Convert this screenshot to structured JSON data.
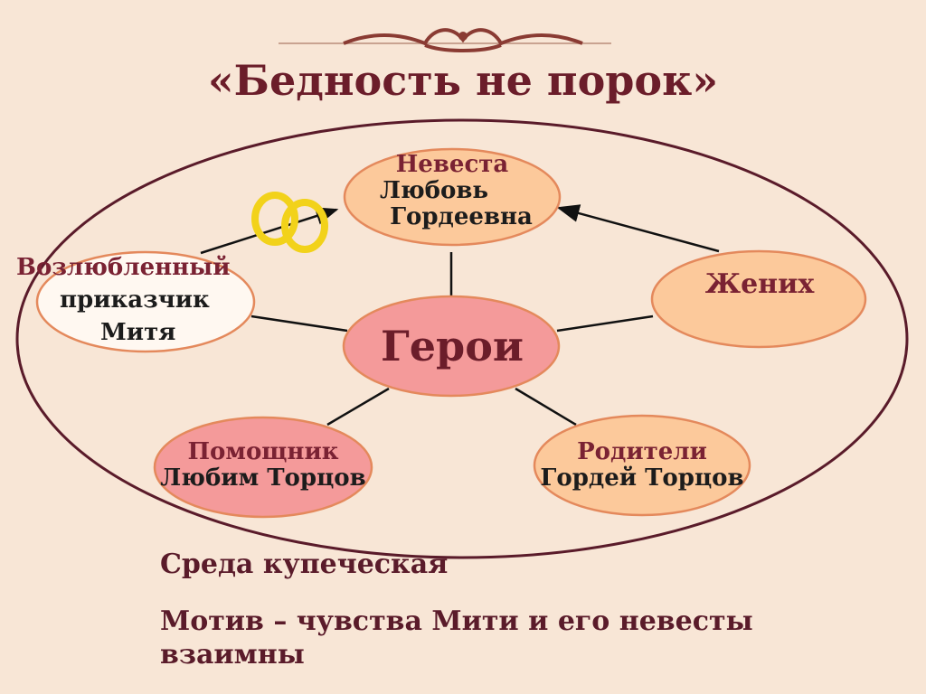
{
  "title": "«Бедность не порок»",
  "center": "Герои",
  "nodes": {
    "bride": {
      "role": "Невеста",
      "name_line1": "Любовь",
      "name_line2": "Гордеевна"
    },
    "beloved": {
      "role": "Возлюбленный",
      "name_line1": "приказчик",
      "name_line2": "Митя"
    },
    "groom": {
      "role": "Жених"
    },
    "helper": {
      "role": "Помощник",
      "name": "Любим Торцов"
    },
    "parents": {
      "role": "Родители",
      "name": "Гордей Торцов"
    }
  },
  "notes": {
    "setting": "Среда купеческая",
    "motive_line1": "Мотив – чувства Мити и его невесты",
    "motive_line2": "взаимны"
  },
  "colors": {
    "peach_fill": "#fcc99b",
    "pink_fill": "#f49a9a",
    "node_stroke": "#e4895c",
    "outer_ellipse": "#5a1b2a",
    "rings": "#f2d21a"
  }
}
